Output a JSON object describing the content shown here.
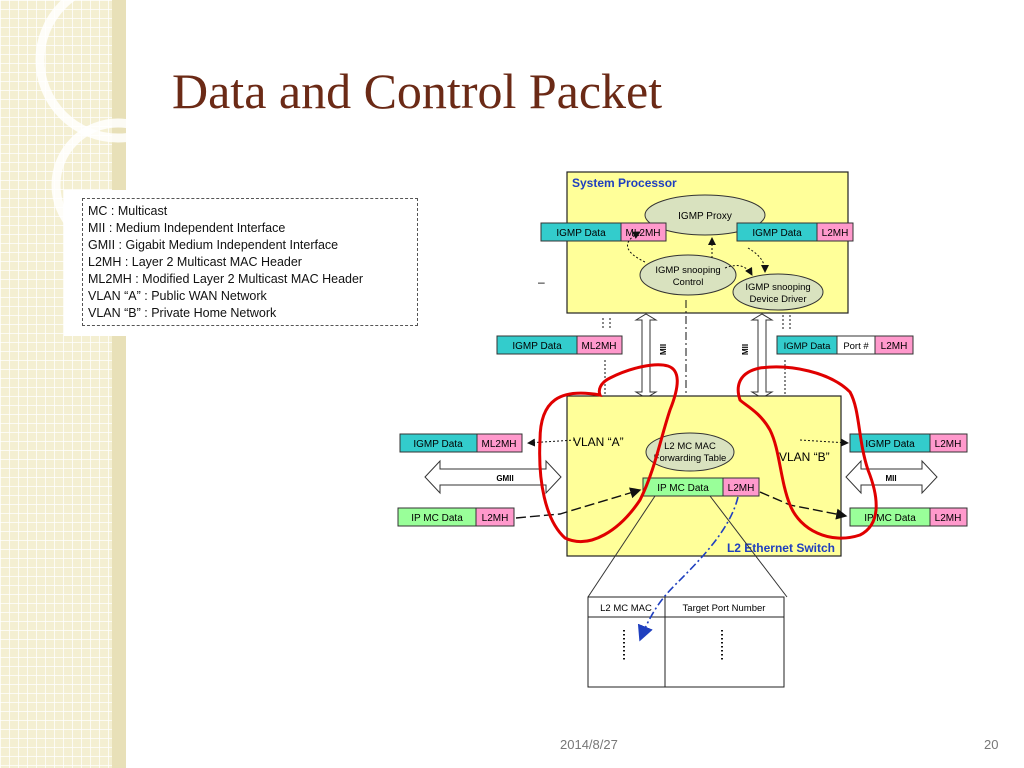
{
  "slide": {
    "title": "Data and Control Packet",
    "date": "2014/8/27",
    "page_number": "20"
  },
  "legend": {
    "items": [
      "MC : Multicast",
      "MII : Medium Independent Interface",
      "GMII : Gigabit  Medium Independent Interface",
      "L2MH : Layer 2 Multicast MAC Header",
      "ML2MH : Modified Layer 2 Multicast MAC Header",
      "VLAN “A” : Public WAN Network",
      "VLAN “B” : Private Home Network"
    ]
  },
  "diagram": {
    "system_processor": "System Processor",
    "igmp_proxy": "IGMP Proxy",
    "igmp_snooping_control_l1": "IGMP snooping",
    "igmp_snooping_control_l2": "Control",
    "igmp_snooping_driver_l1": "IGMP snooping",
    "igmp_snooping_driver_l2": "Device Driver",
    "igmp_data": "IGMP Data",
    "ml2mh": "ML2MH",
    "l2mh": "L2MH",
    "port_hash": "Port #",
    "mii": "MII",
    "gmii": "GMII",
    "dash_mark": "–",
    "vlan_a": "VLAN “A”",
    "vlan_b": "VLAN “B”",
    "l2_mc_mac_table_l1": "L2 MC MAC",
    "l2_mc_mac_table_l2": "Forwarding Table",
    "ip_mc_data": "IP MC Data",
    "l2_ethernet_switch": "L2 Ethernet Switch",
    "table_col_mac": "L2 MC MAC",
    "table_col_port": "Target Port Number"
  },
  "colors": {
    "title": "#6b2a16",
    "box_fill": "#ffff99",
    "cyan": "#33cccc",
    "pink": "#ff99cc",
    "green": "#99ff99",
    "oval": "#d9e2bf",
    "blue_text": "#1f3fbf",
    "red_annotation": "#e00000"
  }
}
